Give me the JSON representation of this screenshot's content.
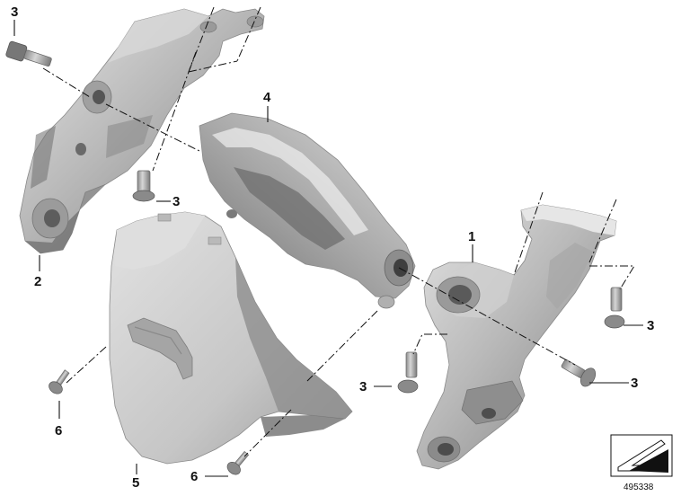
{
  "diagram": {
    "id_number": "495338",
    "callouts": [
      {
        "key": "p3a",
        "label": "3"
      },
      {
        "key": "p2",
        "label": "2"
      },
      {
        "key": "p3b",
        "label": "3"
      },
      {
        "key": "p4",
        "label": "4"
      },
      {
        "key": "p1",
        "label": "1"
      },
      {
        "key": "p3c",
        "label": "3"
      },
      {
        "key": "p3d",
        "label": "3"
      },
      {
        "key": "p3e",
        "label": "3"
      },
      {
        "key": "p6a",
        "label": "6"
      },
      {
        "key": "p5",
        "label": "5"
      },
      {
        "key": "p6b",
        "label": "6"
      }
    ]
  }
}
